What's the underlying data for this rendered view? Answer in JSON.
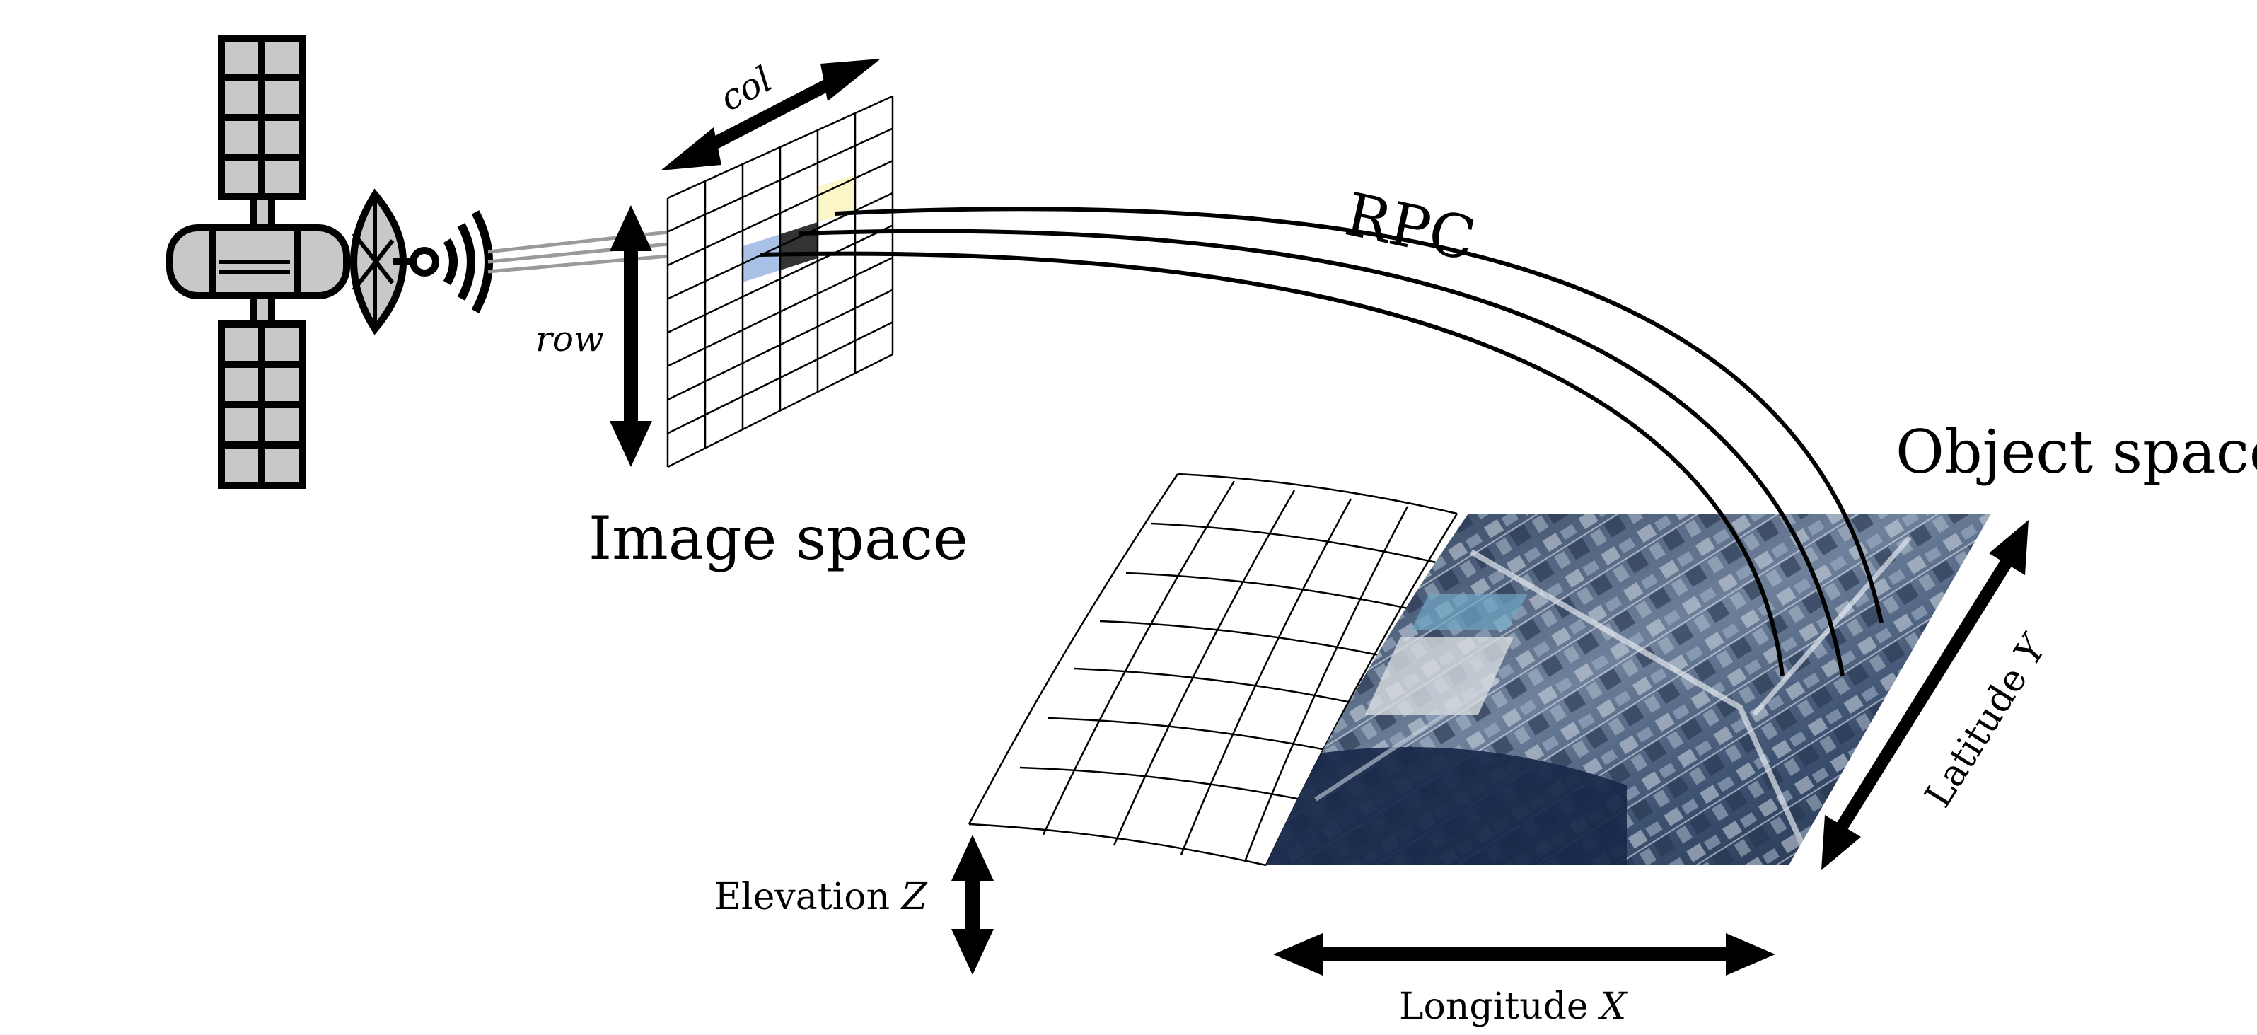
{
  "labels": {
    "col": "col",
    "row": "row",
    "rpc": "RPC",
    "image_space": "Image space",
    "object_space": "Object space",
    "elevation_text": "Elevation ",
    "elevation_var": "Z",
    "longitude_text": "Longitude ",
    "longitude_var": "X",
    "latitude_text": "Latitude ",
    "latitude_var": "Y"
  },
  "colors": {
    "line": "#000000",
    "panel_fill": "#c8c8c8",
    "pixel_blue": "#a9c1e6",
    "pixel_dark": "#333333",
    "pixel_yellow": "#fbf6c8",
    "ray_gray": "#9a9a9a",
    "aerial_dark": "#1f3048",
    "aerial_mid": "#7486a0",
    "aerial_light": "#cfd8e2",
    "water": "#18284a"
  },
  "icons": [
    "satellite-icon",
    "antenna-dish-icon",
    "signal-waves-icon"
  ]
}
